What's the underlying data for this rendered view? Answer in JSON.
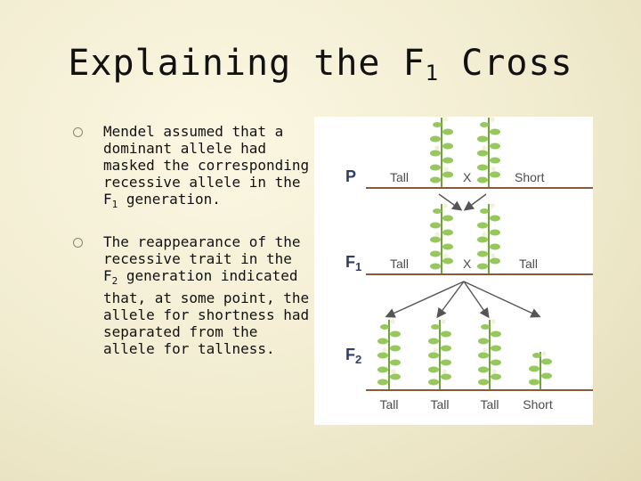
{
  "title": {
    "text": "Explaining the F",
    "sub": "1",
    "suffix": " Cross"
  },
  "bullets": [
    {
      "text_a": "Mendel assumed that a dominant allele had masked the corresponding recessive allele in the F",
      "sub": "1",
      "text_b": " generation."
    },
    {
      "text_a": "The reappearance of the recessive trait in the F",
      "sub": "2",
      "text_b": " generation indicated that, at some point, the allele for shortness had separated from the allele for tallness."
    }
  ],
  "figure": {
    "p_row": {
      "label": "P",
      "left": "Tall",
      "cross": "X",
      "right": "Short"
    },
    "f1_row": {
      "label": "F",
      "sub": "1",
      "left": "Tall",
      "cross": "X",
      "right": "Tall"
    },
    "f2_row": {
      "label": "F",
      "sub": "2",
      "plants": [
        "Tall",
        "Tall",
        "Tall",
        "Short"
      ]
    }
  }
}
